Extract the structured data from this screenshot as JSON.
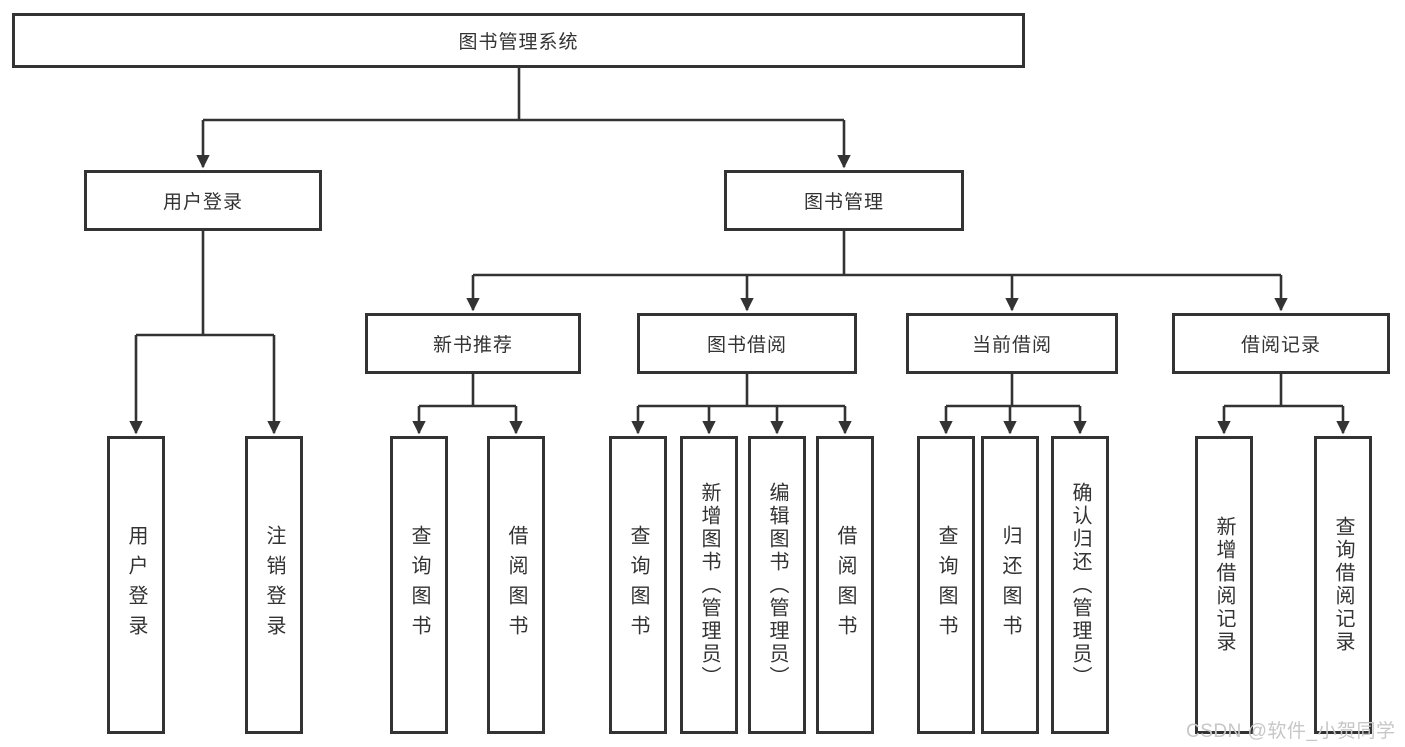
{
  "diagram_title": "图书管理系统",
  "nodes": {
    "root": "图书管理系统",
    "user_login": "用户登录",
    "book_mgmt": "图书管理",
    "new_book": "新书推荐",
    "book_borrow": "图书借阅",
    "current_borrow": "当前借阅",
    "borrow_record": "借阅记录",
    "leaf_user_login": "用户登录",
    "leaf_logout": "注销登录",
    "leaf_nb_query": "查询图书",
    "leaf_nb_borrow": "借阅图书",
    "leaf_bb_query": "查询图书",
    "leaf_bb_add": "新增图书（管理员）",
    "leaf_bb_edit": "编辑图书（管理员）",
    "leaf_bb_borrow": "借阅图书",
    "leaf_cb_query": "查询图书",
    "leaf_cb_return": "归还图书",
    "leaf_cb_confirm": "确认归还（管理员）",
    "leaf_br_add": "新增借阅记录",
    "leaf_br_query": "查询借阅记录"
  },
  "watermark": "CSDN @软件_小贺同学",
  "colors": {
    "line": "#333333",
    "box_border": "#333333",
    "box_fill": "#ffffff",
    "text": "#333333",
    "watermark": "#c7c7c7"
  }
}
